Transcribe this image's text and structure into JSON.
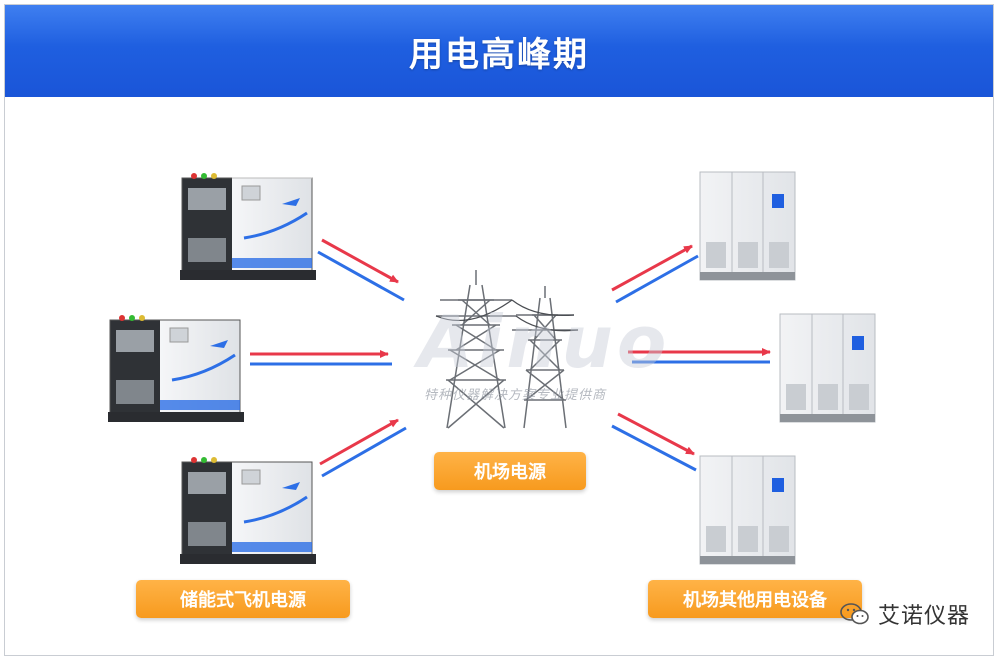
{
  "header": {
    "title": "用电高峰期"
  },
  "labels": {
    "left": "储能式飞机电源",
    "center": "机场电源",
    "right": "机场其他用电设备"
  },
  "watermark": {
    "logo_text": "Ainuo",
    "tagline": "特种仪器解决方案专业提供商"
  },
  "brand": {
    "name": "艾诺仪器",
    "icon": "wechat-icon"
  },
  "colors": {
    "header_blue": "#1f5fe0",
    "pill_orange": "#f79a1e",
    "arrow_red": "#e8384a",
    "arrow_blue": "#2d6fe6"
  }
}
